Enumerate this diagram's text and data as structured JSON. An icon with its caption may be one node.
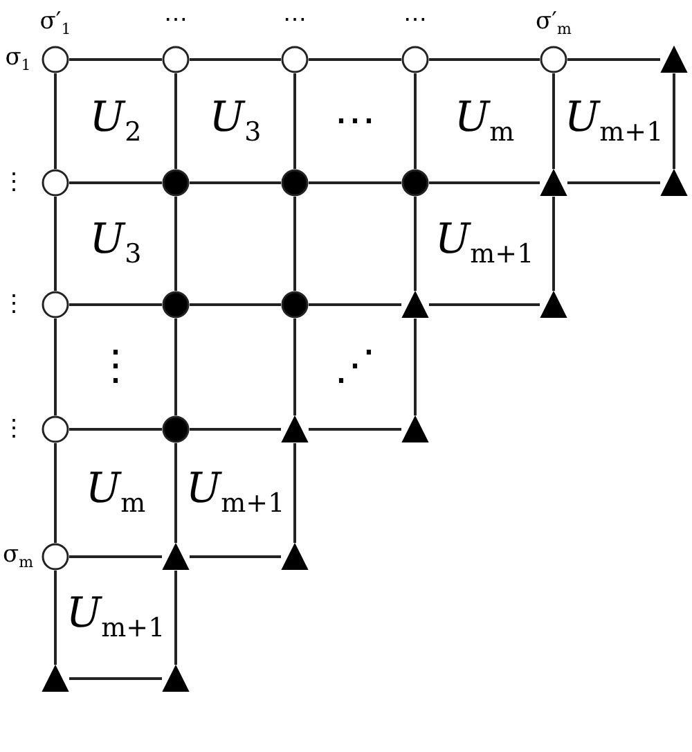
{
  "diagram": {
    "nodes": [
      {
        "text": [],
        "shape": "circle",
        "beside": [
          "σ′$_{1}$",
          "σ$_{1}$"
        ]
      },
      {
        "text": [],
        "shape": "circle",
        "beside": [
          "⋯"
        ]
      },
      {
        "text": [],
        "shape": "circle",
        "beside": [
          "⋯"
        ]
      },
      {
        "text": [],
        "shape": "circle",
        "beside": [
          "⋯"
        ]
      },
      {
        "text": [],
        "shape": "circle",
        "beside": [
          "σ′$_{m}$"
        ]
      },
      {
        "text": [],
        "shape": "triangle"
      },
      {
        "text": [],
        "shape": "circle",
        "beside": [
          "⋮"
        ]
      },
      {
        "text": [],
        "shape": "circle"
      },
      {
        "text": [],
        "shape": "circle"
      },
      {
        "text": [],
        "shape": "circle"
      },
      {
        "text": [],
        "shape": "triangle"
      },
      {
        "text": [],
        "shape": "triangle"
      },
      {
        "text": [],
        "shape": "circle",
        "beside": [
          "⋮"
        ]
      },
      {
        "text": [],
        "shape": "circle"
      },
      {
        "text": [],
        "shape": "circle"
      },
      {
        "text": [],
        "shape": "triangle"
      },
      {
        "text": [],
        "shape": "triangle"
      },
      {
        "text": [],
        "shape": "circle",
        "beside": [
          "⋮"
        ]
      },
      {
        "text": [],
        "shape": "circle"
      },
      {
        "text": [],
        "shape": "triangle"
      },
      {
        "text": [],
        "shape": "triangle"
      },
      {
        "text": [],
        "shape": "circle",
        "beside": [
          "σ$_{m}$"
        ]
      },
      {
        "text": [],
        "shape": "triangle"
      },
      {
        "text": [],
        "shape": "triangle"
      },
      {
        "text": [],
        "shape": "triangle"
      },
      {
        "text": [],
        "shape": "triangle"
      }
    ],
    "edges": [
      {
        "from": 0,
        "to": 1,
        "arrow": "none"
      },
      {
        "from": 1,
        "to": 2,
        "arrow": "none"
      },
      {
        "from": 2,
        "to": 3,
        "arrow": "none"
      },
      {
        "from": 3,
        "to": 4,
        "arrow": "none"
      },
      {
        "from": 4,
        "to": 5,
        "arrow": "none"
      },
      {
        "from": 6,
        "to": 7,
        "arrow": "none"
      },
      {
        "from": 7,
        "to": 8,
        "arrow": "none"
      },
      {
        "from": 8,
        "to": 9,
        "arrow": "none"
      },
      {
        "from": 9,
        "to": 10,
        "arrow": "none"
      },
      {
        "from": 10,
        "to": 11,
        "arrow": "none"
      },
      {
        "from": 12,
        "to": 13,
        "arrow": "none"
      },
      {
        "from": 13,
        "to": 14,
        "arrow": "none"
      },
      {
        "from": 14,
        "to": 15,
        "arrow": "none"
      },
      {
        "from": 15,
        "to": 16,
        "arrow": "none"
      },
      {
        "from": 17,
        "to": 18,
        "arrow": "none"
      },
      {
        "from": 18,
        "to": 19,
        "arrow": "none"
      },
      {
        "from": 19,
        "to": 20,
        "arrow": "none"
      },
      {
        "from": 21,
        "to": 22,
        "arrow": "none"
      },
      {
        "from": 22,
        "to": 23,
        "arrow": "none"
      },
      {
        "from": 24,
        "to": 25,
        "arrow": "none"
      },
      {
        "from": 0,
        "to": 6,
        "arrow": "none"
      },
      {
        "from": 6,
        "to": 12,
        "arrow": "none"
      },
      {
        "from": 12,
        "to": 17,
        "arrow": "none"
      },
      {
        "from": 17,
        "to": 21,
        "arrow": "none"
      },
      {
        "from": 21,
        "to": 24,
        "arrow": "none"
      },
      {
        "from": 1,
        "to": 7,
        "arrow": "none"
      },
      {
        "from": 7,
        "to": 13,
        "arrow": "none"
      },
      {
        "from": 13,
        "to": 18,
        "arrow": "none"
      },
      {
        "from": 18,
        "to": 22,
        "arrow": "none"
      },
      {
        "from": 22,
        "to": 25,
        "arrow": "none"
      },
      {
        "from": 2,
        "to": 8,
        "arrow": "none"
      },
      {
        "from": 8,
        "to": 14,
        "arrow": "none"
      },
      {
        "from": 14,
        "to": 19,
        "arrow": "none"
      },
      {
        "from": 19,
        "to": 23,
        "arrow": "none"
      },
      {
        "from": 3,
        "to": 9,
        "arrow": "none"
      },
      {
        "from": 9,
        "to": 15,
        "arrow": "none"
      },
      {
        "from": 15,
        "to": 20,
        "arrow": "none"
      },
      {
        "from": 4,
        "to": 10,
        "arrow": "none"
      },
      {
        "from": 10,
        "to": 16,
        "arrow": "none"
      },
      {
        "from": 5,
        "to": 11,
        "arrow": "none"
      }
    ],
    "labels": [
      "*U*$_{2}$",
      "*U*$_{3}$",
      "⋯",
      "*U*$_{m}$",
      "*U*$_{m+1}$",
      "*U*$_{3}$",
      "*U*$_{m+1}$",
      "⋮",
      "⋰",
      "*U*$_{m}$",
      "*U*$_{m+1}$",
      "*U*$_{m+1}$"
    ]
  }
}
